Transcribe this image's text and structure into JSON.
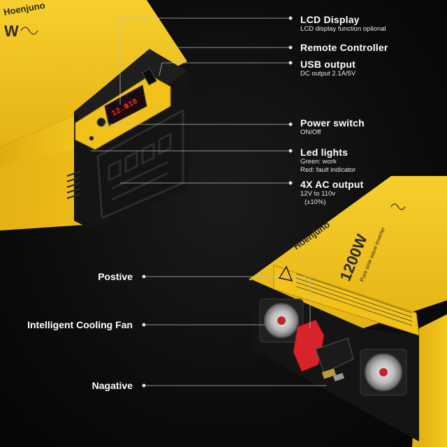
{
  "product": {
    "brand": "Hoenjuno",
    "model": "1200W",
    "top_caption": "Pure sine wave inverter",
    "lcd_readout_left": "12.0",
    "lcd_readout_right": "110"
  },
  "callouts_right": [
    {
      "title": "LCD Display",
      "lines": [
        "LCD display function oplional"
      ]
    },
    {
      "title": "Remote Controller",
      "lines": []
    },
    {
      "title": "USB output",
      "lines": [
        "DC output 2.1A/5V"
      ]
    },
    {
      "title": "Power switch",
      "lines": [
        "ON/Off"
      ]
    },
    {
      "title": "Led lights",
      "lines": [
        "Green: work",
        "Red: fault indicator"
      ]
    },
    {
      "title": "4X AC output",
      "lines": [
        "12V to 110v",
        "(±10%)"
      ]
    }
  ],
  "callouts_left": [
    {
      "title": "Postive"
    },
    {
      "title": "Intelligent Cooling Fan"
    },
    {
      "title": "Nagative"
    }
  ],
  "colors": {
    "body_yellow": "#f2c21a",
    "panel_black": "#141414",
    "terminal_red": "#d8232a",
    "led_red": "#ff2a2a"
  }
}
